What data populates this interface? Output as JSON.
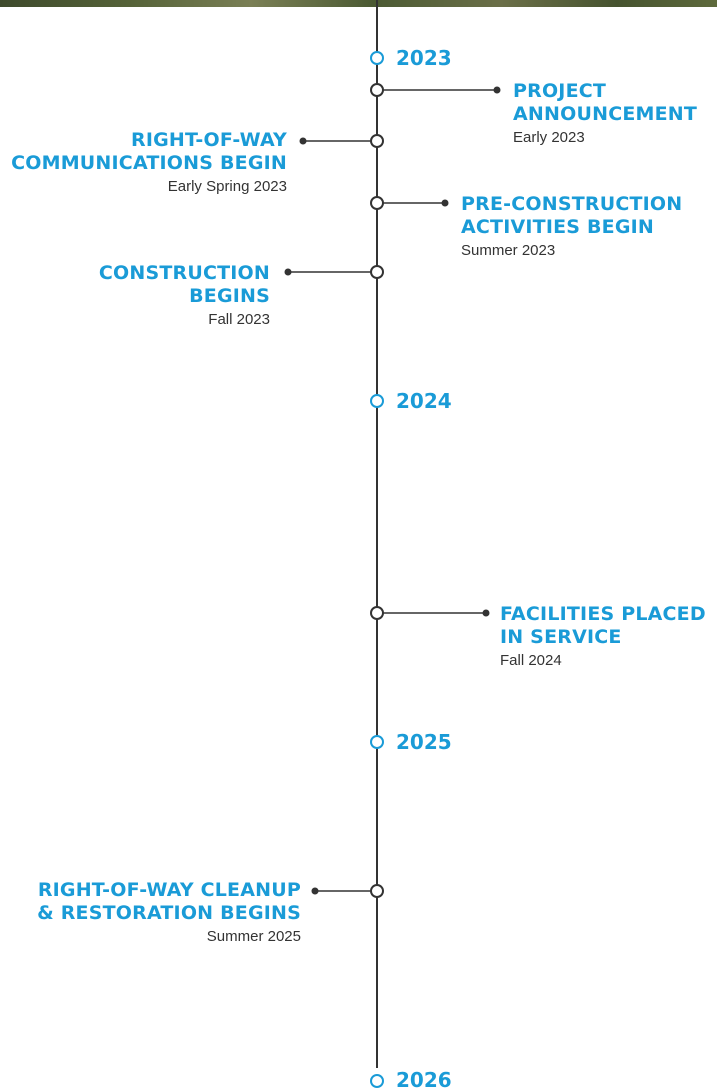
{
  "colors": {
    "accent": "#1a9bd7",
    "line": "#333333",
    "date_text": "#333333"
  },
  "years": [
    "2023",
    "2024",
    "2025",
    "2026"
  ],
  "milestones": [
    {
      "title_lines": [
        "PROJECT",
        "ANNOUNCEMENT"
      ],
      "date": "Early 2023"
    },
    {
      "title_lines": [
        "RIGHT-OF-WAY",
        "COMMUNICATIONS BEGIN"
      ],
      "date": "Early Spring 2023"
    },
    {
      "title_lines": [
        "PRE-CONSTRUCTION",
        "ACTIVITIES BEGIN"
      ],
      "date": "Summer 2023"
    },
    {
      "title_lines": [
        "CONSTRUCTION",
        "BEGINS"
      ],
      "date": "Fall 2023"
    },
    {
      "title_lines": [
        "FACILITIES PLACED",
        "IN SERVICE"
      ],
      "date": "Fall 2024"
    },
    {
      "title_lines": [
        "RIGHT-OF-WAY CLEANUP",
        "& RESTORATION BEGINS"
      ],
      "date": "Summer 2025"
    }
  ]
}
